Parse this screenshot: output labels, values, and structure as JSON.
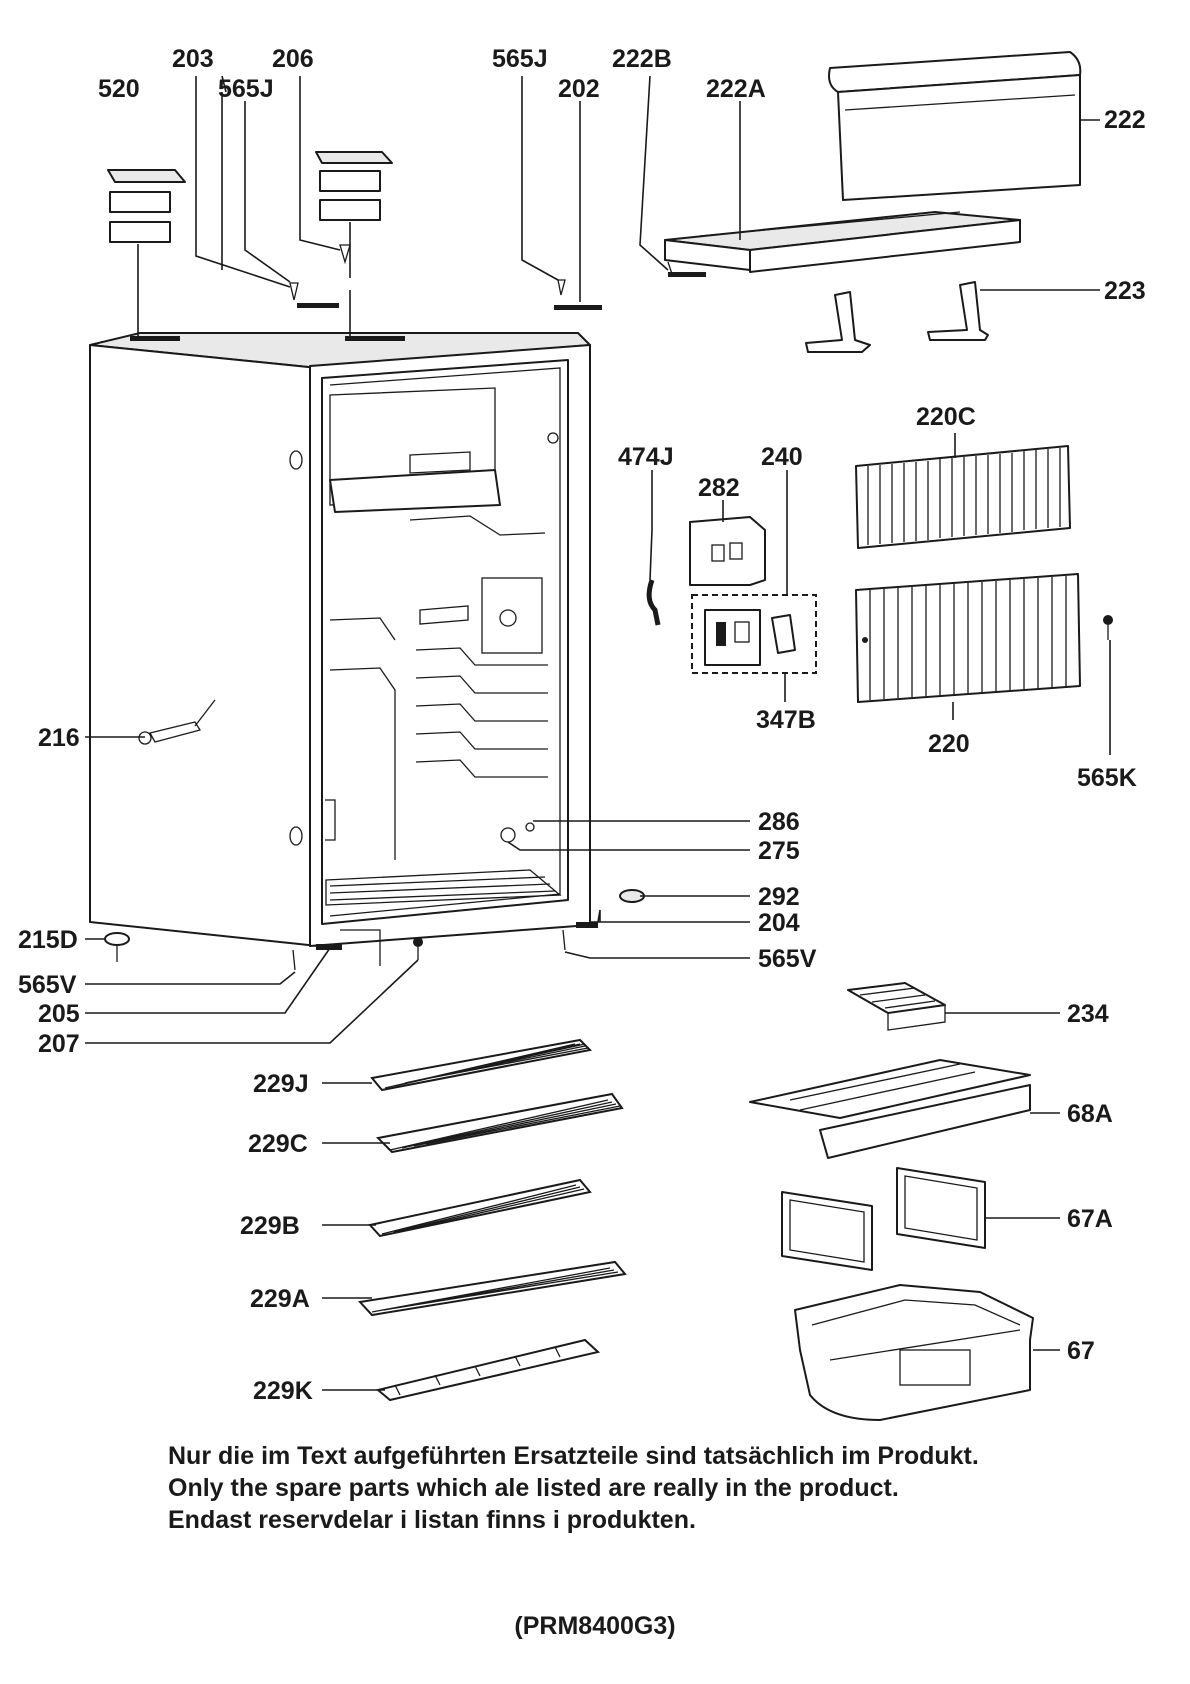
{
  "labels": {
    "l520": "520",
    "l203": "203",
    "l206": "206",
    "l565j_a": "565J",
    "l565j_b": "565J",
    "l222b": "222B",
    "l202": "202",
    "l222a": "222A",
    "l222": "222",
    "l223": "223",
    "l220c": "220C",
    "l474j": "474J",
    "l240": "240",
    "l282": "282",
    "l347b": "347B",
    "l220": "220",
    "l565k": "565K",
    "l216": "216",
    "l286": "286",
    "l275": "275",
    "l292": "292",
    "l204": "204",
    "l215d": "215D",
    "l565v_a": "565V",
    "l565v_b": "565V",
    "l205": "205",
    "l207": "207",
    "l234": "234",
    "l229j": "229J",
    "l68a": "68A",
    "l229c": "229C",
    "l229b": "229B",
    "l67a": "67A",
    "l229a": "229A",
    "l67": "67",
    "l229k": "229K"
  },
  "notes": {
    "de": "Nur die im Text aufgeführten Ersatzteile sind tatsächlich im Produkt.",
    "en": "Only the spare parts which ale listed are really in the product.",
    "sv": "Endast reservdelar i listan finns i produkten."
  },
  "model": "(PRM8400G3)"
}
